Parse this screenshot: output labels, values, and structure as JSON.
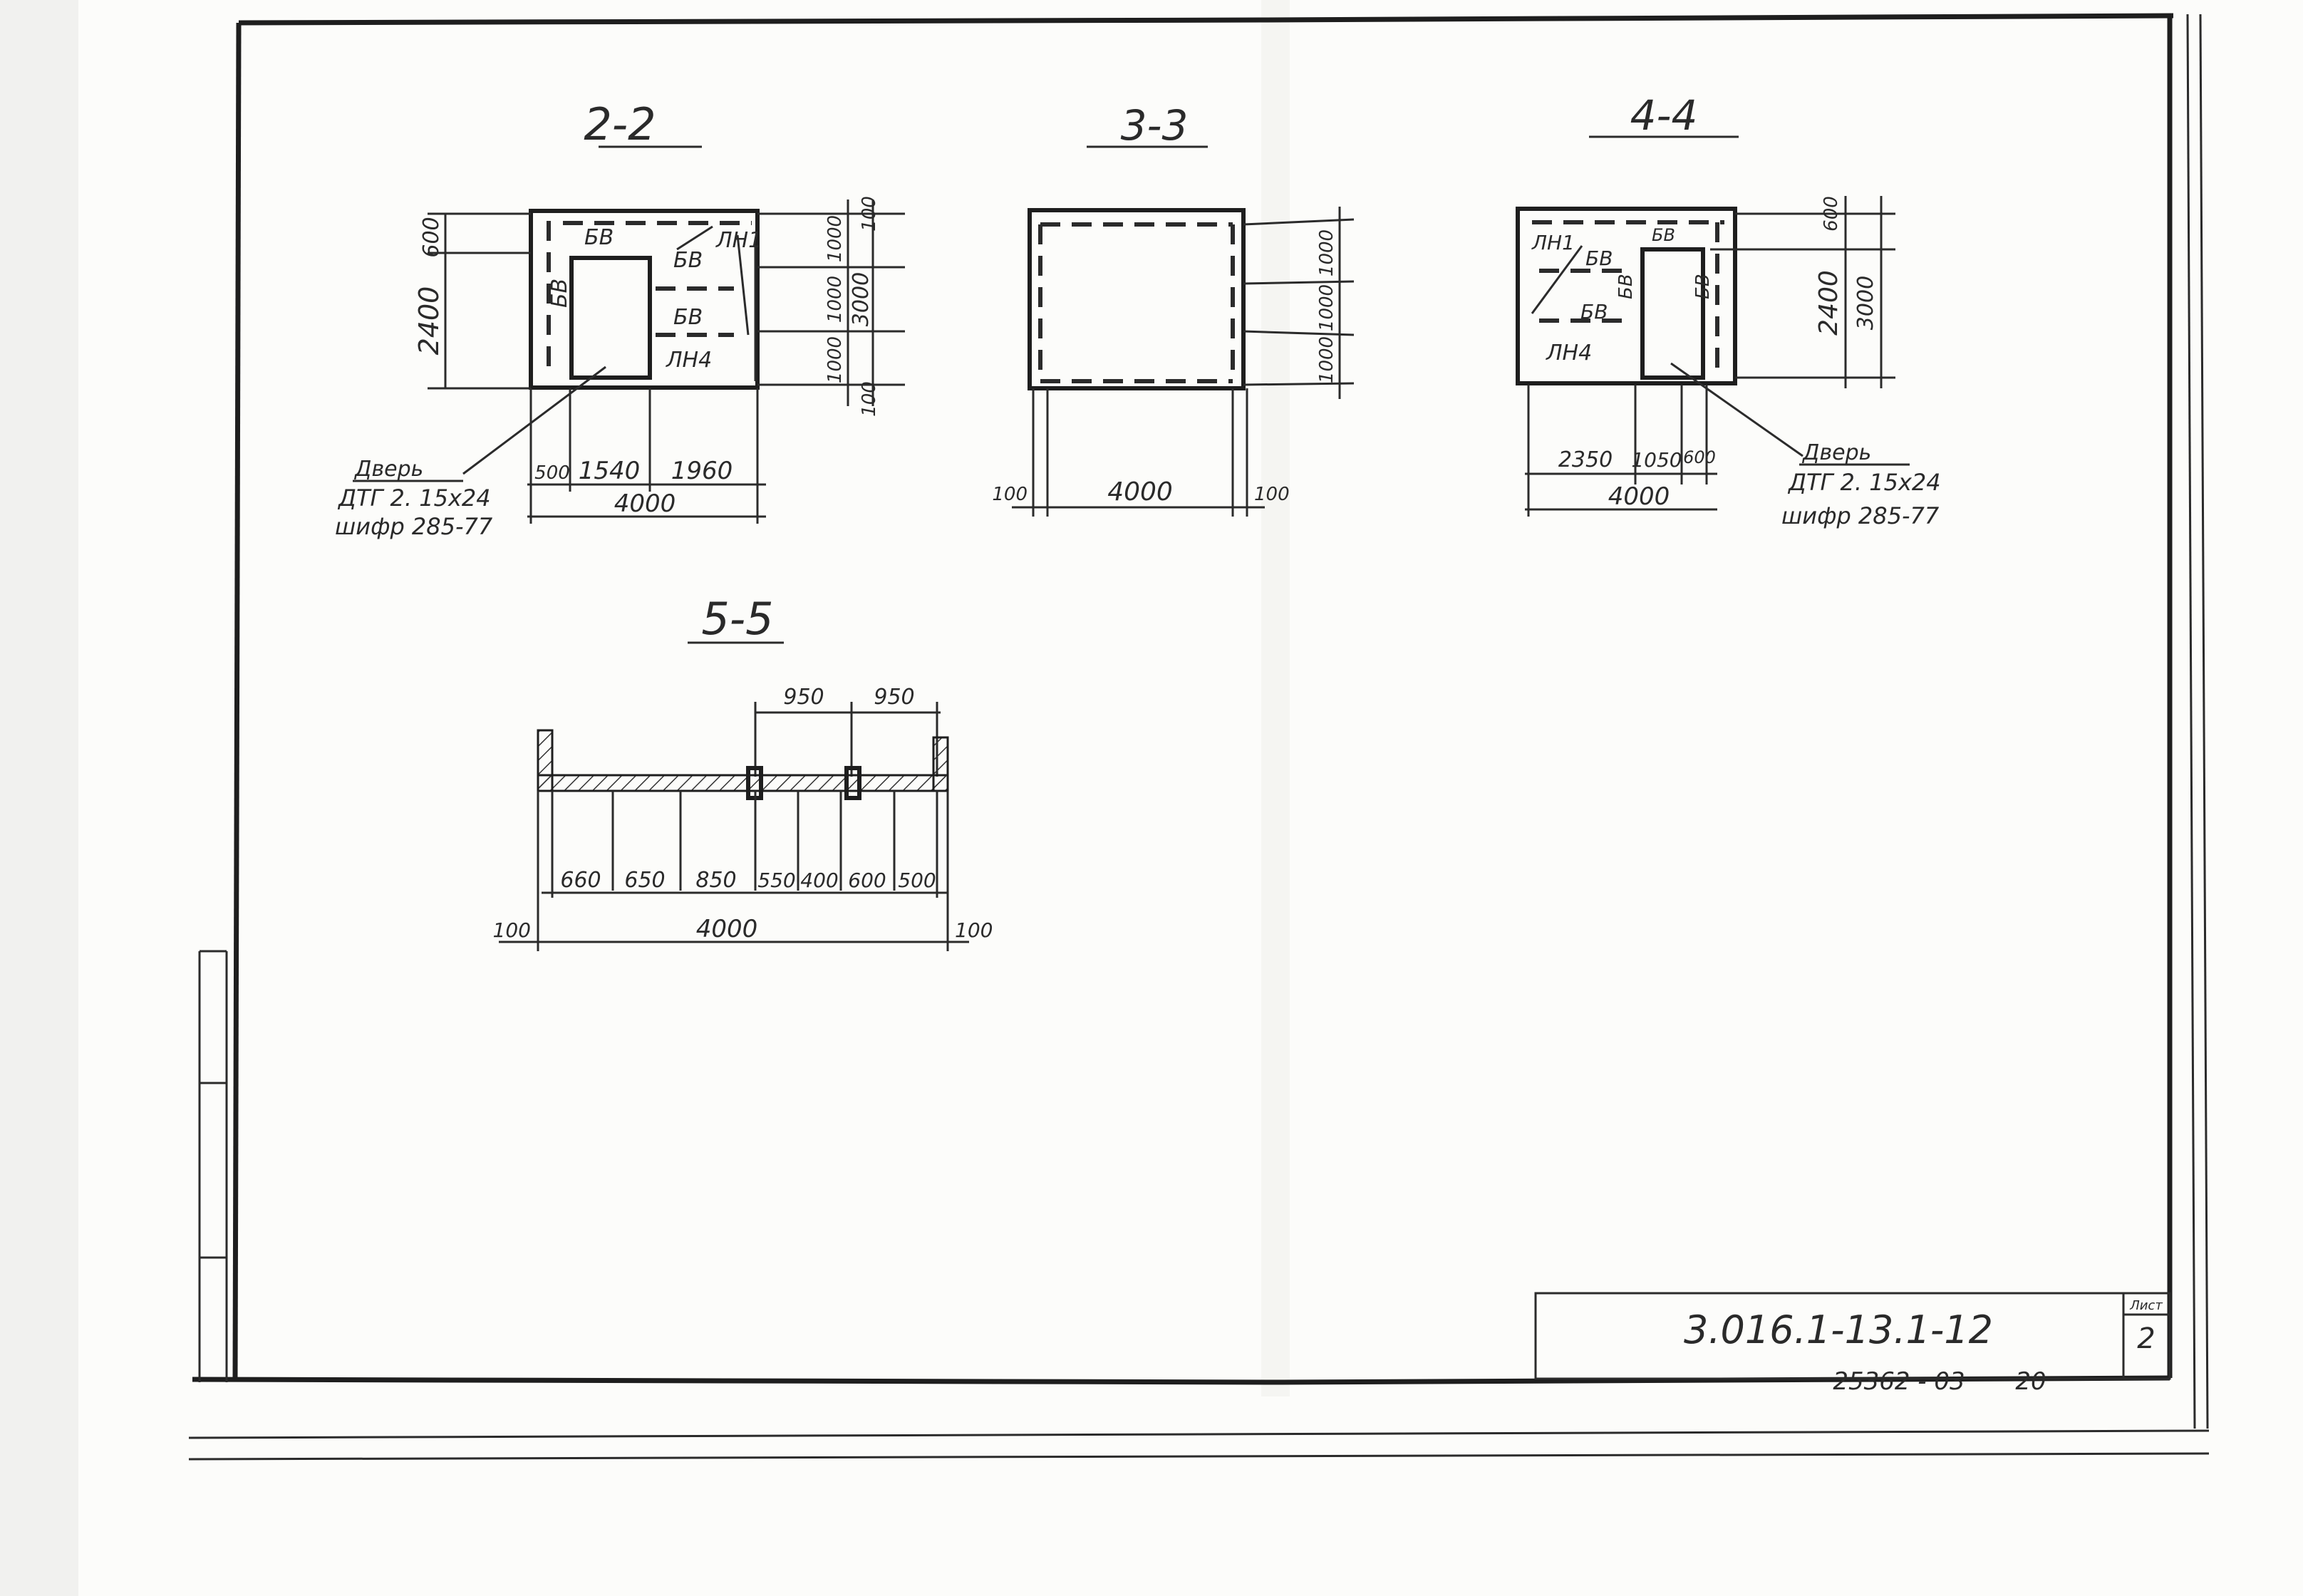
{
  "sections": {
    "s22": {
      "title": "2-2",
      "labels": [
        "БВ",
        "БВ",
        "БВ",
        "БВ",
        "ЛН1",
        "ЛН4"
      ],
      "dims_left": [
        "600",
        "2400"
      ],
      "dims_right": [
        "100",
        "1000",
        "1000",
        "1000",
        "3000",
        "100"
      ],
      "dims_bottom": [
        "500",
        "1540",
        "1960"
      ],
      "total": "4000",
      "door_note": [
        "Дверь",
        "ДТГ 2. 15х24",
        "шифр 285-77"
      ]
    },
    "s33": {
      "title": "3-3",
      "dims_right": [
        "1000",
        "1000",
        "1000"
      ],
      "dims_bottom": [
        "100",
        "4000",
        "100"
      ]
    },
    "s44": {
      "title": "4-4",
      "labels": [
        "ЛН1",
        "БВ",
        "БВ",
        "ЛН4",
        "БВ",
        "БВ"
      ],
      "dims_right": [
        "600",
        "2400",
        "3000"
      ],
      "dims_bottom": [
        "2350",
        "1050",
        "600"
      ],
      "total": "4000",
      "door_note": [
        "Дверь",
        "ДТГ 2. 15х24",
        "шифр 285-77"
      ]
    },
    "s55": {
      "title": "5-5",
      "dims_top": [
        "950",
        "950"
      ],
      "dims_row": [
        "660",
        "650",
        "850",
        "550",
        "400",
        "600",
        "500"
      ],
      "dims_bottom": [
        "100",
        "4000",
        "100"
      ]
    }
  },
  "title_block": {
    "code": "3.016.1-13.1-12",
    "sheet_label": "Лист",
    "sheet_number": "2",
    "inventory": "25362 - 03",
    "inventory_page": "20"
  }
}
